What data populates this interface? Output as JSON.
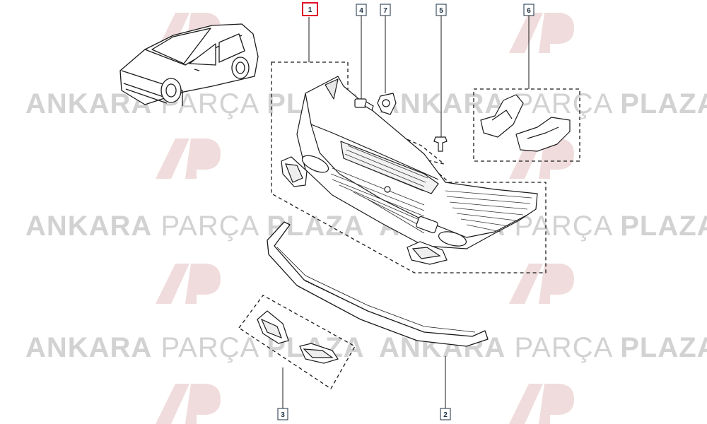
{
  "watermark": {
    "brand_bold_left": "ANKARA",
    "brand_light": "PARÇA",
    "brand_bold_right": "PLAZA",
    "logo_letters": "AP",
    "colors": {
      "text": "#d2d2d2",
      "logo": "#f0dcdc"
    }
  },
  "callouts": [
    {
      "id": "callout-1",
      "label": "1",
      "selected": true
    },
    {
      "id": "callout-2",
      "label": "2",
      "selected": false
    },
    {
      "id": "callout-3",
      "label": "3",
      "selected": false
    },
    {
      "id": "callout-4",
      "label": "4",
      "selected": false
    },
    {
      "id": "callout-5",
      "label": "5",
      "selected": false
    },
    {
      "id": "callout-6",
      "label": "6",
      "selected": false
    },
    {
      "id": "callout-7",
      "label": "7",
      "selected": false
    }
  ],
  "colors": {
    "line": "#1a1a1a",
    "callout_border": "#1a2e40",
    "callout_selected": "#e0102a"
  }
}
